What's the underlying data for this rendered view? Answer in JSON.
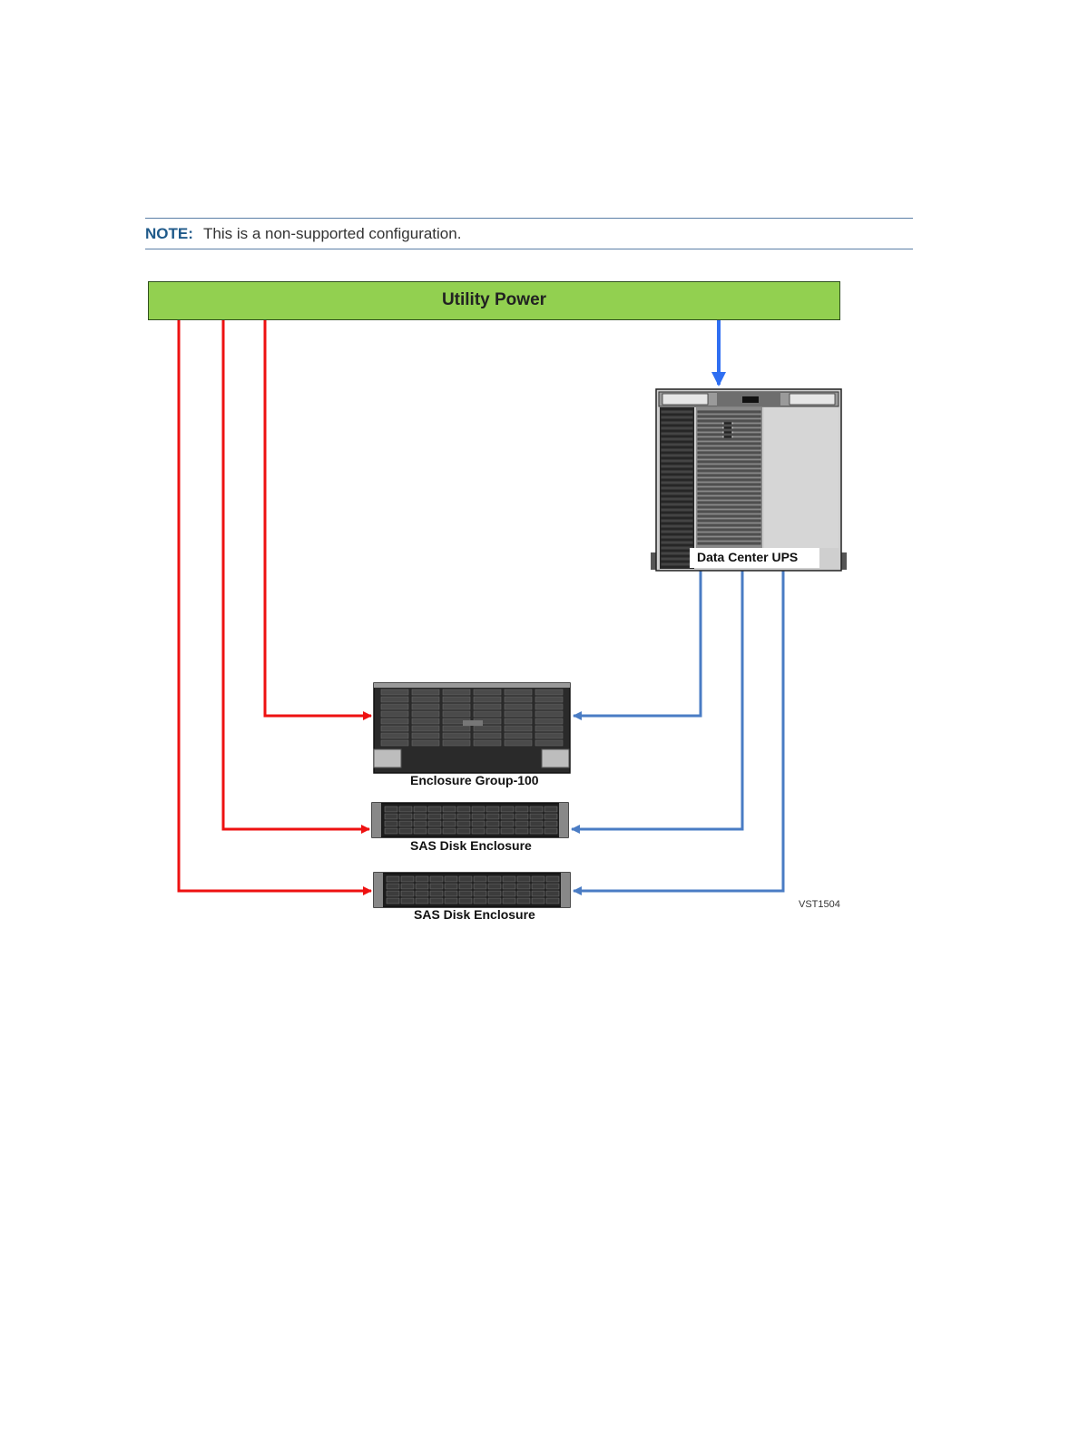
{
  "note": {
    "label": "NOTE:",
    "text": "This is a non-supported configuration."
  },
  "diagram": {
    "utility_power": "Utility Power",
    "ups_label": "Data Center UPS",
    "enclosure_group_label": "Enclosure Group-100",
    "sas_enclosure_1_label": "SAS Disk Enclosure",
    "sas_enclosure_2_label": "SAS Disk Enclosure",
    "figure_id": "VST1504"
  },
  "colors": {
    "utility_fill": "#92d050",
    "utility_line": "#ee1111",
    "ups_line": "#4a7cc4",
    "utility_to_ups_arrow": "#2f6ff2",
    "note_rule": "#5b7fa6",
    "note_label": "#1f5a8a"
  }
}
